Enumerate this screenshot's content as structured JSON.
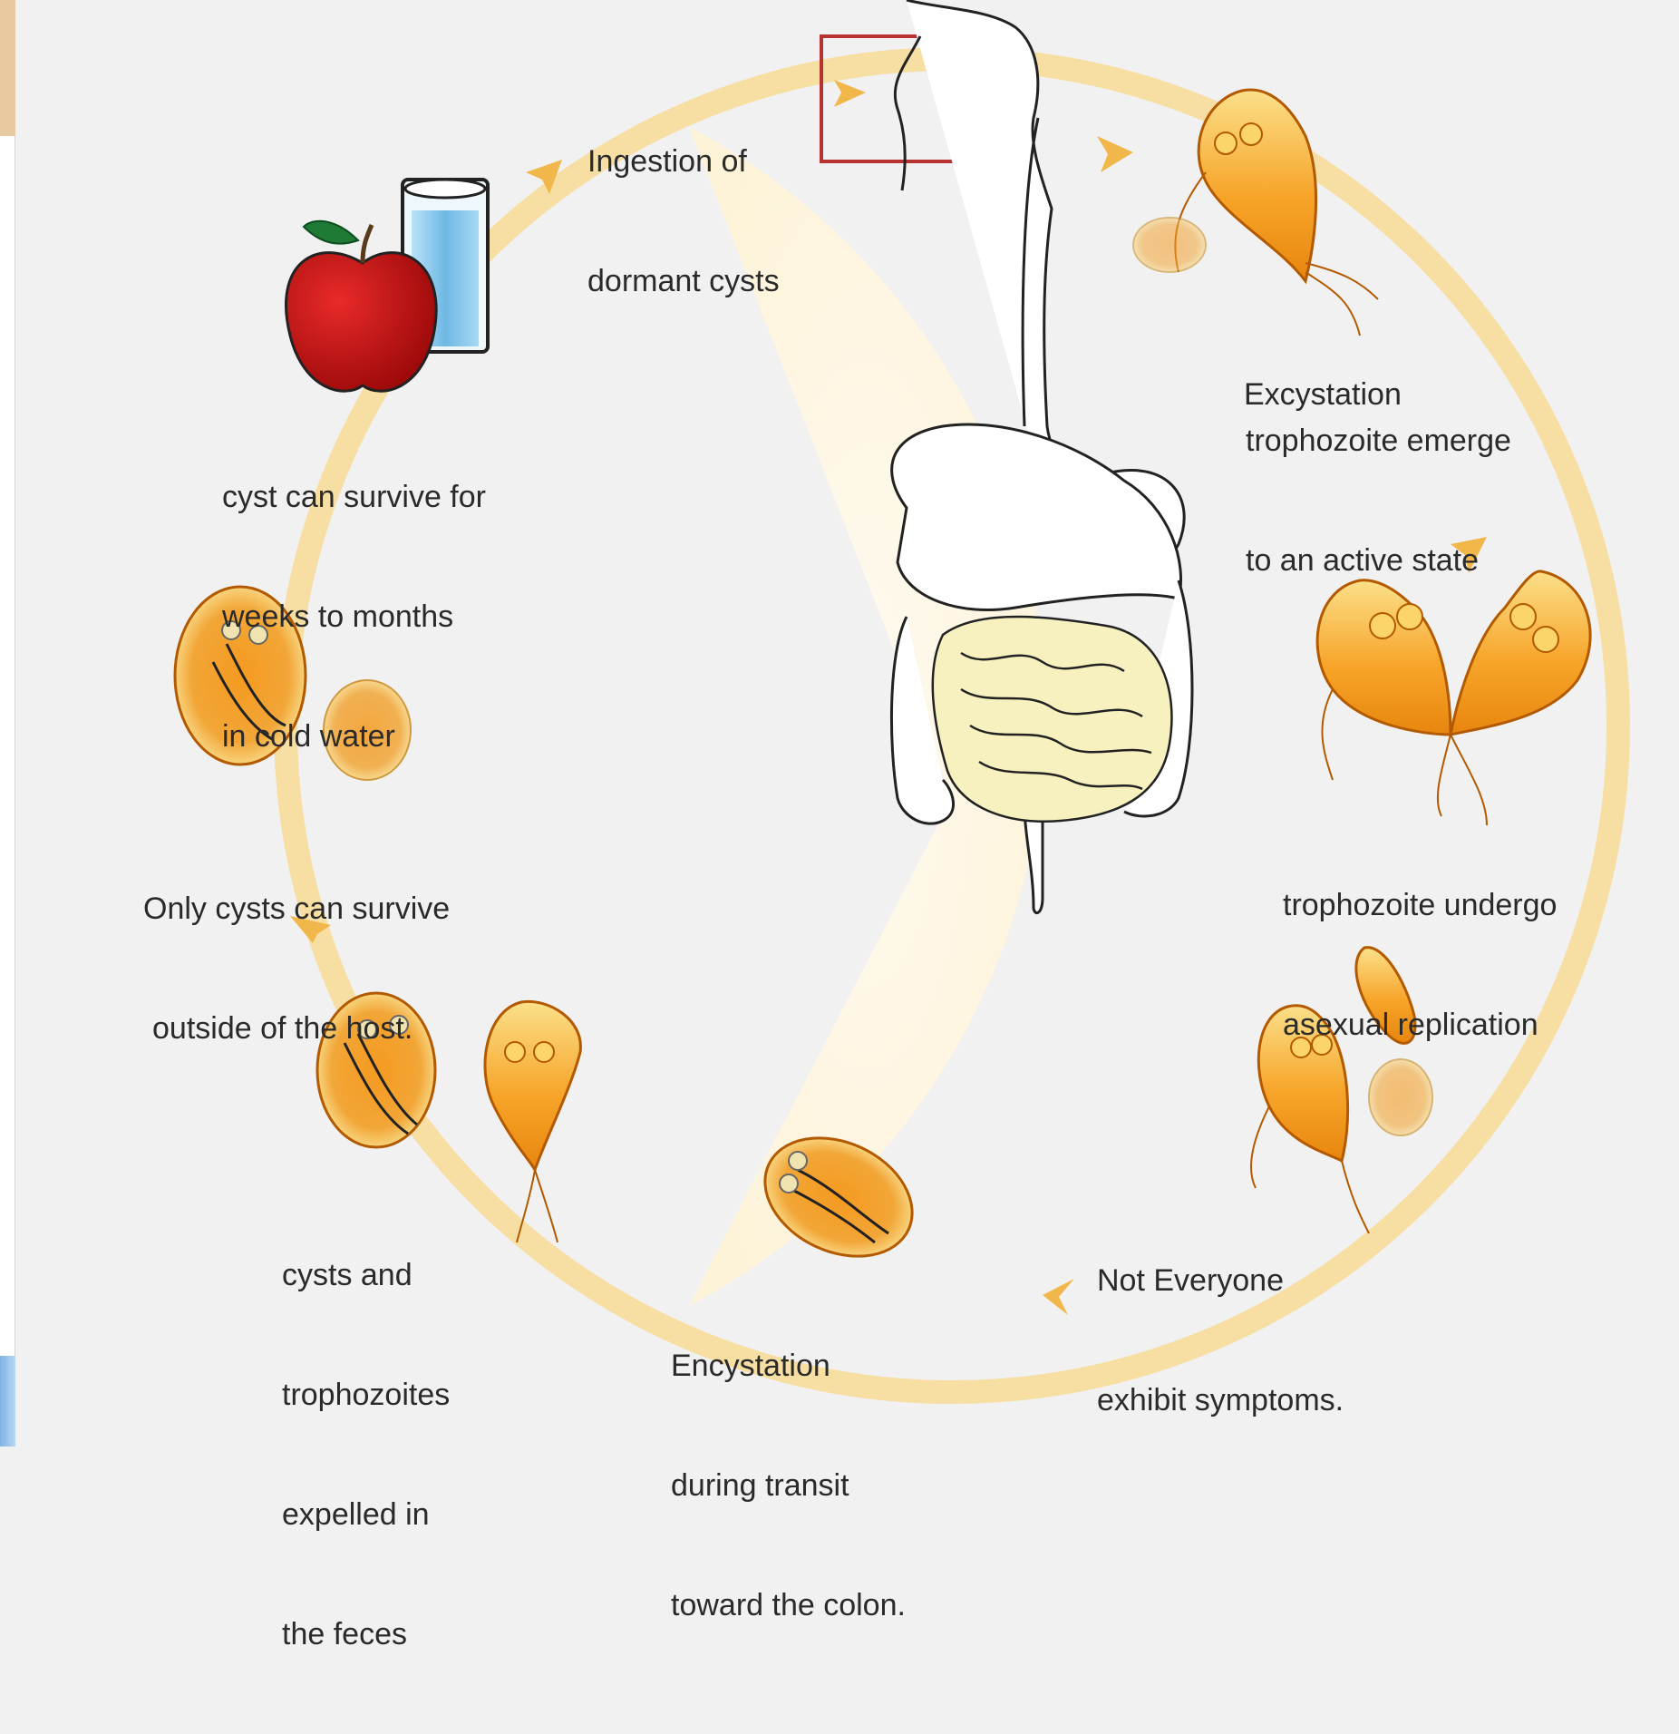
{
  "diagram": {
    "labels": {
      "ingestion": [
        "Ingestion of",
        "dormant cysts"
      ],
      "excystation_title": "Excystation",
      "excystation_desc": [
        "trophozoite emerge",
        "to an active state"
      ],
      "replication": [
        "trophozoite undergo",
        "asexual replication"
      ],
      "symptoms": [
        "Not Everyone",
        "exhibit symptoms."
      ],
      "encystation": [
        "Encystation",
        "during transit",
        "toward the colon."
      ],
      "expelled": [
        "cysts and",
        "trophozoites",
        "expelled in",
        "the feces"
      ],
      "survive_outside": [
        "Only cysts can survive",
        "outside of the host."
      ],
      "cold_water": [
        "cyst can survive for",
        "weeks to months",
        "in cold water"
      ]
    },
    "colors": {
      "background": "#f1f1f1",
      "cycle_ring": "#f7dd9a",
      "arrow": "#f2b74a",
      "trophozoite_fill": "#f59a20",
      "trophozoite_light": "#fbd56a",
      "cyst_fill": "#f5c870",
      "intestine_fill": "#f7f1c0",
      "highlight_box": "#b83232",
      "apple": "#c81818",
      "leaf": "#1f7a35",
      "glass_water": "#7ec3ea"
    },
    "icons": [
      "apple-icon",
      "water-glass-icon",
      "digestive-tract-icon",
      "trophozoite-icon",
      "cyst-icon",
      "cycle-arrow-icon"
    ]
  }
}
